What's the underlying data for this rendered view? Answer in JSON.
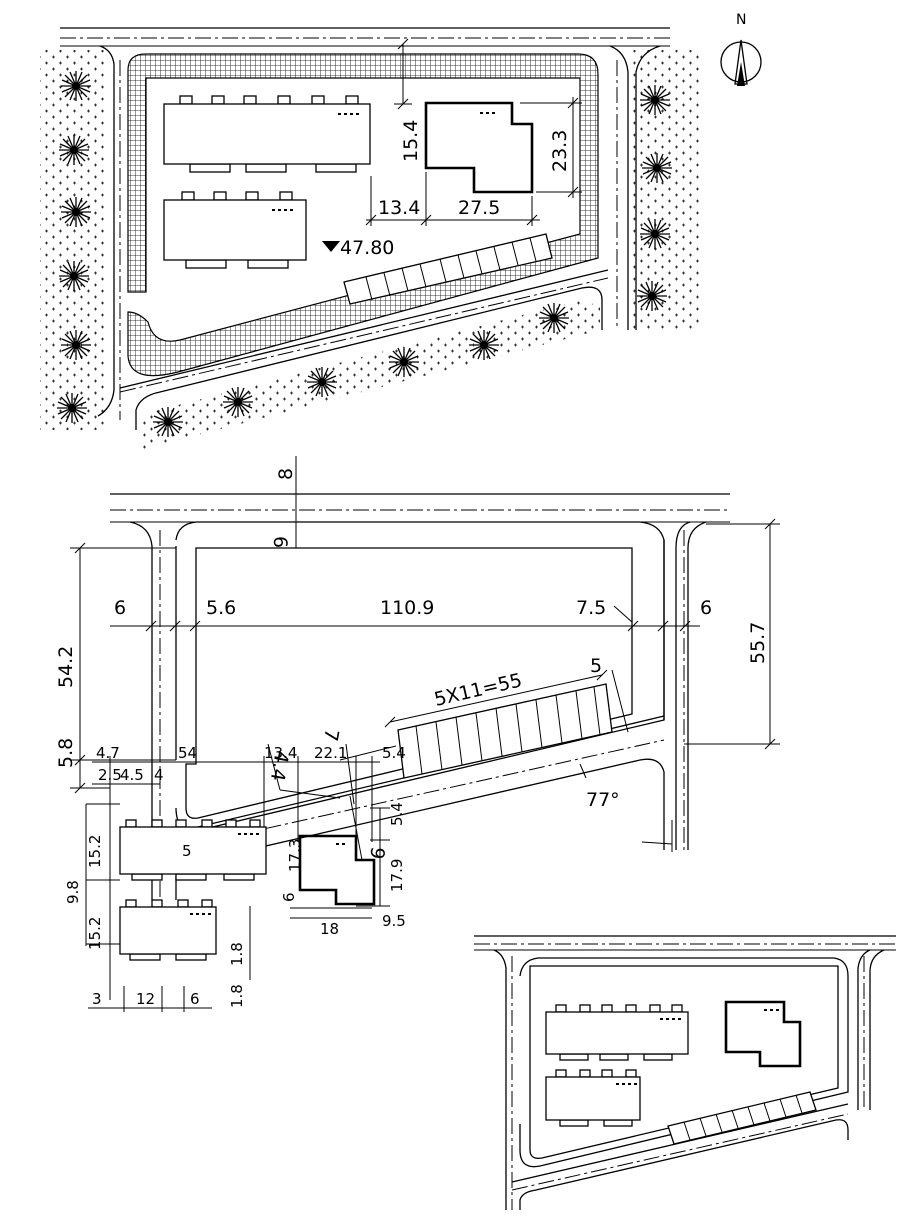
{
  "north_label": "N",
  "elevation": "47.80",
  "site_dims": {
    "top_gap": "15.4",
    "east_height": "23.3",
    "offset_w": "13.4",
    "east_width": "27.5"
  },
  "layout": {
    "d8": "8",
    "d6_top": "6",
    "d6_left": "6",
    "d5_6": "5.6",
    "d110_9": "110.9",
    "d7_5": "7.5",
    "d6_right": "6",
    "d55_7": "55.7",
    "d54_2": "54.2",
    "d5_8": "5.8",
    "parking": "5X11=55",
    "d5": "5",
    "d7": "7",
    "d4_4": "4.4",
    "d9": "9",
    "angle": "77°"
  },
  "detail": {
    "d4_7": "4.7",
    "d54": "54",
    "d13_4": "13.4",
    "d22_1": "22.1",
    "d5_4a": "5.4",
    "d2_5": "2.5",
    "d4_5": "4.5",
    "d4": "4",
    "d5_4b": "5.4",
    "d15_2a": "15.2",
    "d9_8": "9.8",
    "d5": "5",
    "d6_a": "6",
    "d17_3": "17.3",
    "d17_9": "17.9",
    "d15_2b": "15.2",
    "d1_8a": "1.8",
    "d18": "18",
    "d9_5": "9.5",
    "d1_8b": "1.8",
    "d3": "3",
    "d12": "12",
    "d6_b": "6"
  }
}
